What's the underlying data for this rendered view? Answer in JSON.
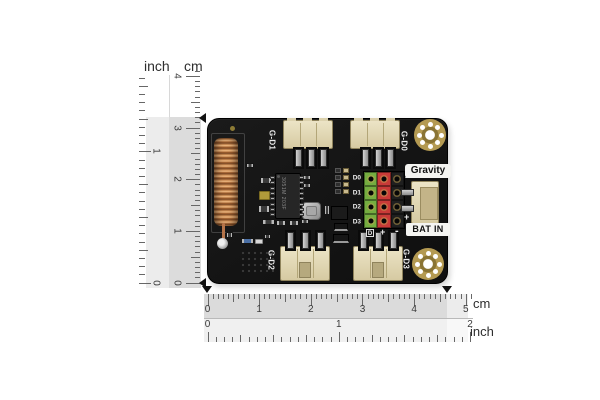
{
  "rulers": {
    "vertical": {
      "inch_title": "inch",
      "cm_title": "cm",
      "inch_numbers": [
        "0",
        "1"
      ],
      "cm_numbers": [
        "0",
        "1",
        "2",
        "3",
        "4"
      ]
    },
    "horizontal": {
      "cm_unit": "cm",
      "inch_unit": "inch",
      "cm_numbers": [
        "0",
        "1",
        "2",
        "3",
        "4",
        "5"
      ],
      "inch_numbers": [
        "0",
        "1",
        "2"
      ]
    }
  },
  "board": {
    "connector_labels": [
      "G-D1",
      "G-D0",
      "G-D2",
      "G-D3"
    ],
    "gravity_label": "Gravity",
    "bat_in_label": "BAT IN",
    "header": {
      "rows": [
        "D0",
        "D1",
        "D2",
        "D3"
      ],
      "cols": [
        "D",
        "+",
        "-"
      ],
      "col_colors": [
        "#74ad40",
        "#c93a38",
        "#1f1f1f"
      ]
    },
    "bat_polarity": {
      "minus": "-",
      "plus": "+"
    },
    "ic_marking": {
      "line1": "3051M",
      "line2": "203F"
    }
  },
  "colors": {
    "pcb_black": "#141414",
    "coil_copper": "#c98a52",
    "connector_cream": "#e3d9b8",
    "header_green": "#74ad40",
    "header_red": "#c93a38",
    "header_black": "#1f1f1f",
    "gold_pad": "#b49a52",
    "label_background": "#f4f4f1",
    "ruler_band_dark": "#dbdbdb",
    "ruler_band_light": "#efefef"
  }
}
